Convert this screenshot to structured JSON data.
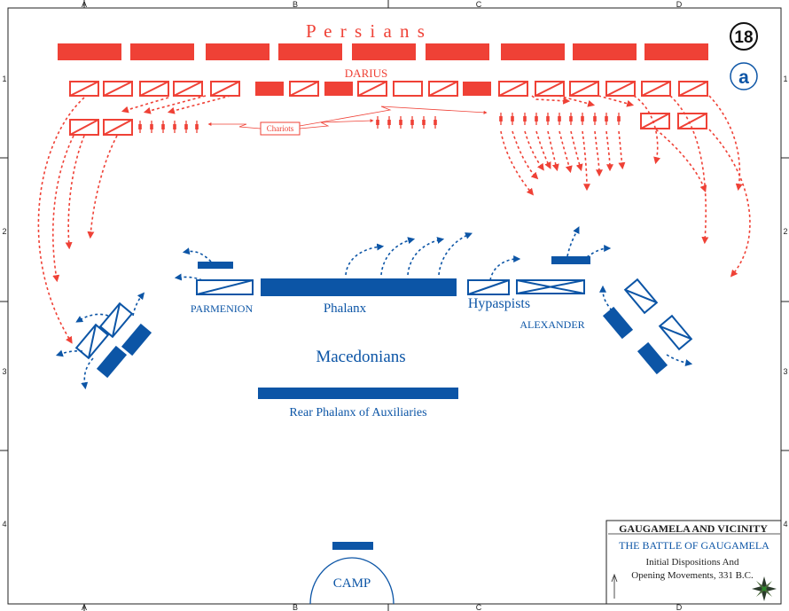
{
  "map_number": "18",
  "map_letter": "a",
  "grid": {
    "columns": [
      "A",
      "B",
      "C",
      "D"
    ],
    "rows": [
      "1",
      "2",
      "3",
      "4"
    ]
  },
  "persians": {
    "title": "P e r s i a n s",
    "commander": "DARIUS",
    "chariots_label": "Chariots",
    "color": "#ef4136"
  },
  "macedonians": {
    "title": "Macedonians",
    "phalanx": "Phalanx",
    "hypaspists": "Hypaspists",
    "parmenion": "PARMENION",
    "alexander": "ALEXANDER",
    "rear_phalanx": "Rear Phalanx of Auxiliaries",
    "camp": "CAMP",
    "color": "#0c55a6"
  },
  "title_box": {
    "line1": "GAUGAMELA AND VICINITY",
    "line2": "THE BATTLE OF GAUGAMELA",
    "line3": "Initial Dispositions And",
    "line4": "Opening Movements, 331 B.C."
  }
}
